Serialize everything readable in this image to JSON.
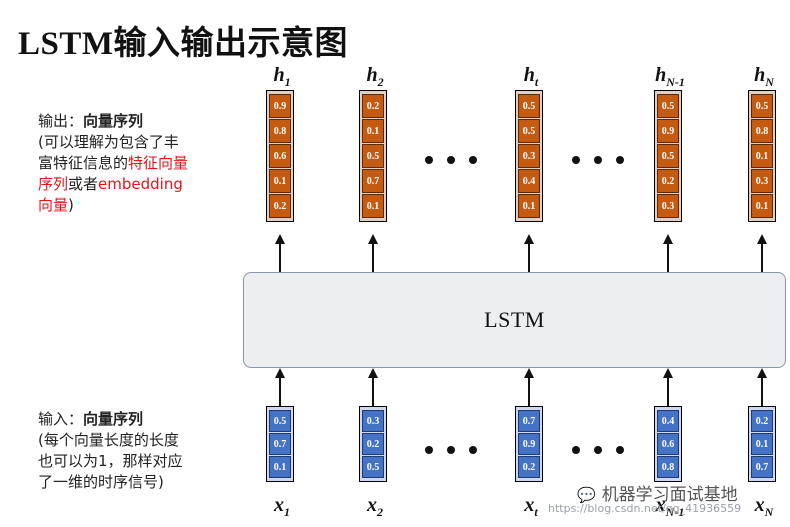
{
  "title": "LSTM输入输出示意图",
  "output_note": {
    "prefix": "输出：",
    "bold": "向量序列",
    "line2": "(可以理解为包含了丰",
    "line3_a": "富特征信息的",
    "line3_red": "特征向量",
    "line4_red": "序列",
    "line4_b": "或者",
    "line4_red2": "embedding",
    "line5_red": "向量",
    "line5_b": ")"
  },
  "input_note": {
    "prefix": "输入：",
    "bold": "向量序列",
    "line2": "(每个向量长度的长度",
    "line3": "也可以为1，那样对应",
    "line4": "了一维的时序信号)"
  },
  "box_label": "LSTM",
  "outputs": [
    {
      "base": "h",
      "sub": "1",
      "values": [
        "0.9",
        "0.8",
        "0.6",
        "0.1",
        "0.2"
      ]
    },
    {
      "base": "h",
      "sub": "2",
      "values": [
        "0.2",
        "0.1",
        "0.5",
        "0.7",
        "0.1"
      ]
    },
    {
      "base": "h",
      "sub": "t",
      "values": [
        "0.5",
        "0.5",
        "0.3",
        "0.4",
        "0.1"
      ]
    },
    {
      "base": "h",
      "sub": "N-1",
      "values": [
        "0.5",
        "0.9",
        "0.5",
        "0.2",
        "0.3"
      ]
    },
    {
      "base": "h",
      "sub": "N",
      "values": [
        "0.5",
        "0.8",
        "0.1",
        "0.3",
        "0.1"
      ]
    }
  ],
  "inputs": [
    {
      "base": "x",
      "sub": "1",
      "values": [
        "0.5",
        "0.7",
        "0.1"
      ]
    },
    {
      "base": "x",
      "sub": "2",
      "values": [
        "0.3",
        "0.2",
        "0.5"
      ]
    },
    {
      "base": "x",
      "sub": "t",
      "values": [
        "0.7",
        "0.9",
        "0.2"
      ]
    },
    {
      "base": "x",
      "sub": "N-1",
      "values": [
        "0.4",
        "0.6",
        "0.8"
      ]
    },
    {
      "base": "x",
      "sub": "N",
      "values": [
        "0.2",
        "0.1",
        "0.7"
      ]
    }
  ],
  "watermark": {
    "brand": "机器学习面试基地",
    "url": "https://blog.csdn.net/qq_41936559"
  },
  "colors": {
    "output_cell": "#c55a11",
    "input_cell": "#4472c4",
    "highlight_text": "#e3161c",
    "box_fill": "#eceef1"
  }
}
